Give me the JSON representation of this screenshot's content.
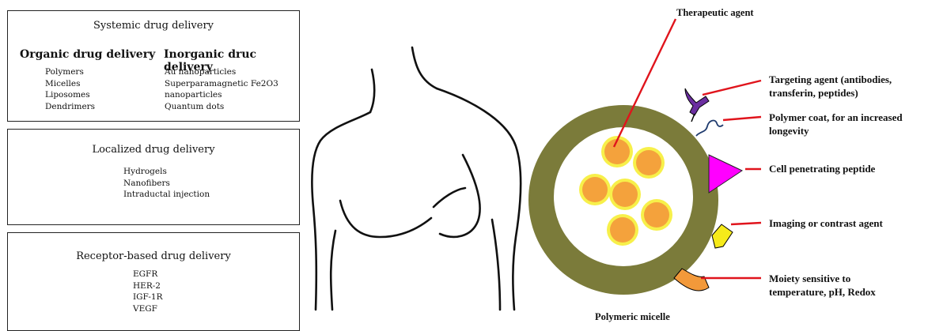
{
  "systemic": {
    "title": "Systemic drug delivery",
    "organic_head": "Organic drug delivery",
    "organic_items": [
      "Polymers",
      "Micelles",
      "Liposomes",
      "Dendrimers"
    ],
    "inorganic_head": "Inorganic druc delivery",
    "inorganic_items": [
      "Au nanoparticles",
      "Superparamagnetic Fe2O3",
      "nanoparticles",
      "Quantum dots"
    ]
  },
  "localized": {
    "title": "Localized drug delivery",
    "items": [
      "Hydrogels",
      "Nanofibers",
      "Intraductal injection"
    ]
  },
  "receptor": {
    "title": "Receptor-based drug delivery",
    "items": [
      "EGFR",
      "HER-2",
      "IGF-1R",
      "VEGF"
    ]
  },
  "micelle": {
    "therapeutic_agent": "Therapeutic agent",
    "targeting_agent": "Targeting agent (antibodies, transferin, peptides)",
    "polymer_coat": "Polymer coat, for an increased longevity",
    "cell_penetrating": "Cell penetrating peptide",
    "imaging_agent": "Imaging or contrast agent",
    "moiety": "Moiety sensitive to temperature, pH, Redox",
    "caption": "Polymeric micelle"
  },
  "colors": {
    "shell": "#7b7b3a",
    "core": "#ffffff",
    "drug_fill": "#f4a23c",
    "drug_ring": "#f7f04a",
    "pointer": "#e0141c",
    "triangle": "#ff00ff",
    "targeting": "#6b2ea0",
    "imaging": "#f6ea1a",
    "moiety": "#f2993a"
  }
}
